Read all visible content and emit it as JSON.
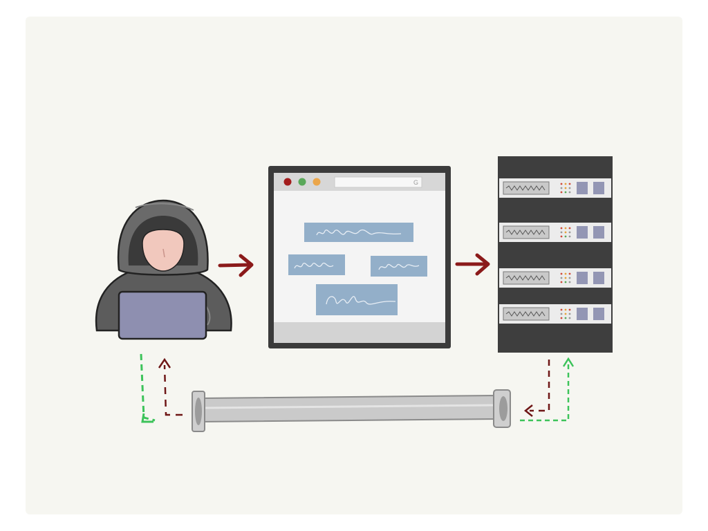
{
  "diagram": {
    "nodes": [
      {
        "id": "attacker",
        "icon": "hooded-hacker-with-laptop-icon"
      },
      {
        "id": "web-page",
        "icon": "browser-window-with-form-fields-icon"
      },
      {
        "id": "server",
        "icon": "server-rack-icon"
      },
      {
        "id": "tunnel",
        "icon": "pipe-icon"
      }
    ],
    "edges": [
      {
        "from": "attacker",
        "to": "web-page",
        "style": "solid"
      },
      {
        "from": "web-page",
        "to": "server",
        "style": "solid"
      },
      {
        "from": "server",
        "to": "attacker",
        "via": "tunnel",
        "style": "dashed"
      },
      {
        "from": "attacker",
        "to": "server",
        "via": "tunnel",
        "style": "dashed"
      }
    ],
    "browser": {
      "search_glyph": "G"
    },
    "colors": {
      "arrow_red": "#8b1a1a",
      "dashed_green": "#3cc35a",
      "field_blue": "#93afc9",
      "hood_gray": "#5a5a5a",
      "laptop": "#8e8fb0",
      "rack_dark": "#3e3e3e",
      "pipe": "#c8c8c8"
    }
  }
}
